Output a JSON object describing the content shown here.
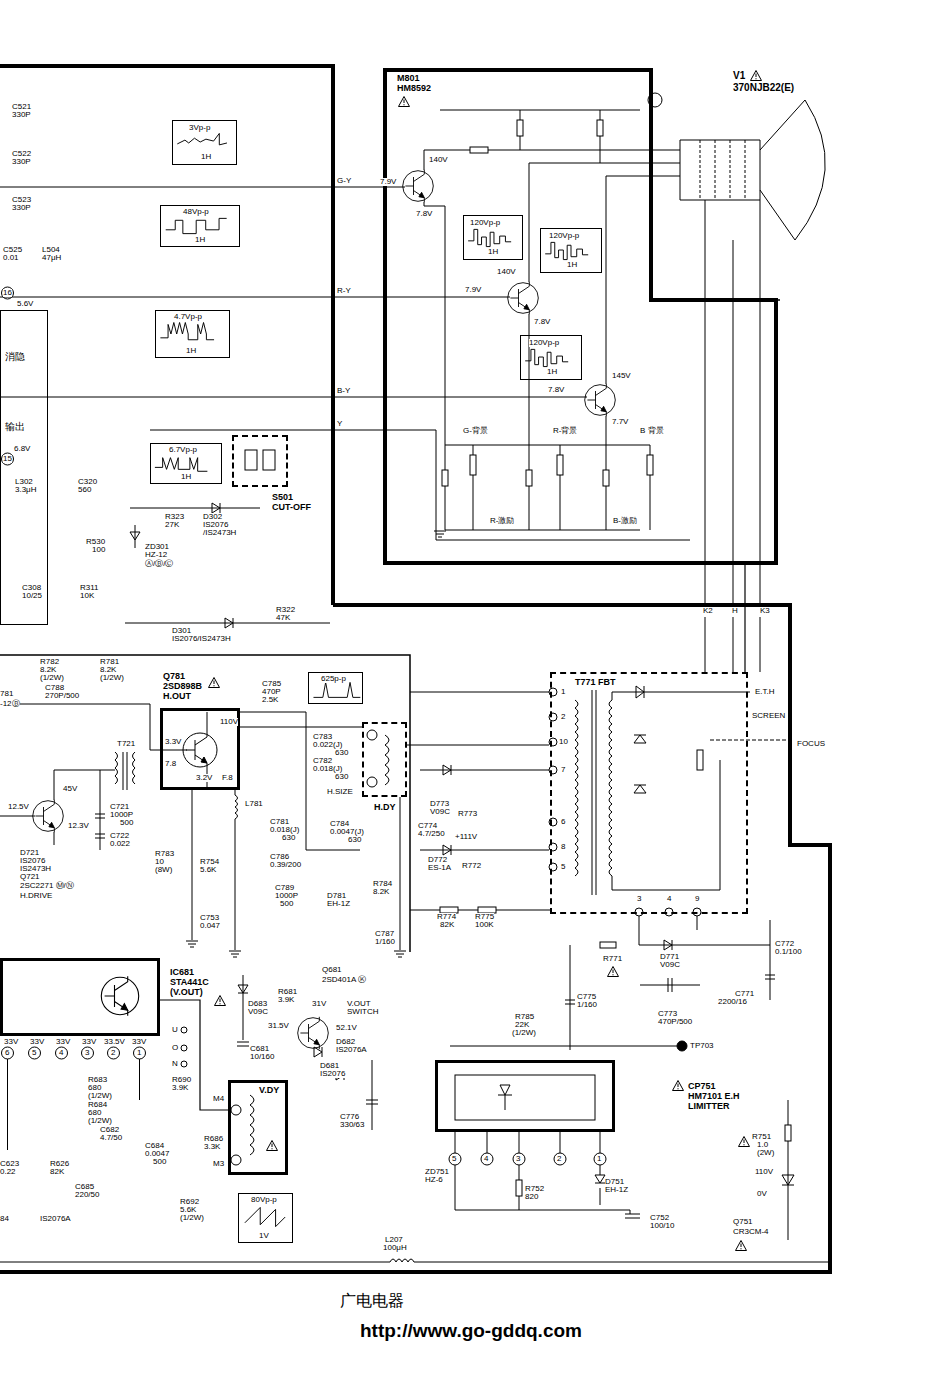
{
  "diagram": {
    "nodes": [
      {
        "text": [
          "M801 HM8592"
        ]
      },
      {
        "text": [
          "120Vp-p",
          "1H"
        ],
        "in": 0
      },
      {
        "text": [
          "120Vp-p",
          "1H"
        ],
        "in": 0
      },
      {
        "text": [
          "120Vp-p",
          "1H"
        ],
        "in": 0
      },
      {
        "text": [
          "3Vp-p",
          "1H"
        ]
      },
      {
        "text": [
          "48Vp-p",
          "1H"
        ]
      },
      {
        "text": [
          "4.7Vp-p",
          "1H"
        ]
      },
      {
        "text": [
          "消隐",
          "输出"
        ]
      },
      {
        "text": [
          "6.7Vp-p",
          "1H"
        ]
      },
      {
        "text": [
          "S501 CUT-OFF"
        ]
      },
      {
        "text": [
          "Q781 2SD898B H.OUT"
        ]
      },
      {
        "text": [
          "625p-p"
        ]
      },
      {
        "text": [
          "H.DY"
        ]
      },
      {
        "text": [
          "T771 FBT"
        ]
      },
      {
        "text": [
          "IC681 STA441C (V.OUT)"
        ]
      },
      {
        "text": [
          "V.DY"
        ]
      },
      {
        "text": [
          "80Vp-p",
          "1V"
        ]
      },
      {
        "text": [
          "CP751 HM7101 E.H LIMITTER"
        ]
      }
    ],
    "edges": [
      {
        "from": 10,
        "to": 12,
        "arrow": "none"
      },
      {
        "from": 13,
        "to": 0,
        "arrow": "none"
      },
      {
        "from": 14,
        "to": 15,
        "arrow": "none"
      }
    ],
    "labels": [
      "C521",
      "330P",
      "C522",
      "330P",
      "C523",
      "330P",
      "C525",
      "0.01",
      "L504",
      "47μH",
      "16",
      "5.6V",
      "G-Y",
      "R-Y",
      "B-Y",
      "Y",
      "6.8V",
      "15",
      "L302",
      "3.3μH",
      "C320",
      "560",
      "R323",
      "27K",
      "D302",
      "IS2076",
      "/IS2473H",
      "R530",
      "100",
      "ZD301",
      "HZ-12",
      "Ⓐ/Ⓑ/Ⓒ",
      "C308",
      "10/25",
      "R311",
      "10K",
      "R322",
      "47K",
      "D301",
      "IS2076/IS2473H",
      "V1",
      "370NJB22(E)",
      "140V",
      "7.9V",
      "7.8V",
      "140V",
      "7.9V",
      "7.8V",
      "145V",
      "7.8V",
      "7.7V",
      "G-背景",
      "R-背景",
      "B 背景",
      "R-激励",
      "B-激励",
      "K2",
      "H",
      "K3",
      "781",
      "-12Ⓑ",
      "R782",
      "8.2K",
      "(1/2W)",
      "R781",
      "8.2K",
      "(1/2W)",
      "C788",
      "270P/500",
      "C785",
      "470P",
      "2.5K",
      "T721",
      "3.3V",
      "7.8",
      "110V",
      "3.2V",
      "F.8",
      "C783",
      "0.022(J)",
      "630",
      "C782",
      "0.018(J)",
      "630",
      "H.SIZE",
      "C781",
      "0.018(J)",
      "630",
      "C784",
      "0.0047(J)",
      "630",
      "45V",
      "12.5V",
      "12.3V",
      "C721",
      "1000P",
      "500",
      "C722",
      "0.022",
      "D721",
      "IS2076",
      "IS2473H",
      "Q721",
      "2SC2271 Ⓜ/Ⓝ",
      "H.DRIVE",
      "R783",
      "10",
      "(8W)",
      "R754",
      "5.6K",
      "L781",
      "C786",
      "0.39/200",
      "C789",
      "1000P",
      "500",
      "D781",
      "EH-1Z",
      "R784",
      "8.2K",
      "C787",
      "1/160",
      "C753",
      "0.047",
      "D773",
      "V09C",
      "R773",
      "C774",
      "4.7/250",
      "+111V",
      "D772",
      "ES-1A",
      "R772",
      "R774",
      "82K",
      "R775",
      "100K",
      "1",
      "2",
      "10",
      "7",
      "6",
      "8",
      "5",
      "3",
      "4",
      "9",
      "E.T.H",
      "SCREEN",
      "FOCUS",
      "C772",
      "0.1/100",
      "R771",
      "D771",
      "V09C",
      "C771",
      "2200/16",
      "C773",
      "470P/500",
      "C775",
      "1/160",
      "R785",
      "22K",
      "(1/2W)",
      "TP703",
      "5",
      "4",
      "3",
      "2",
      "1",
      "ZD751",
      "HZ-6",
      "R752",
      "820",
      "D751",
      "EH-1Z",
      "C752",
      "100/10",
      "R751",
      "1.0",
      "(2W)",
      "110V",
      "0V",
      "Q751",
      "CR3CM-4",
      "L207",
      "100μH",
      "U",
      "O",
      "N",
      "6",
      "5",
      "4",
      "3",
      "2",
      "1",
      "33V",
      "33V",
      "33V",
      "33V",
      "33.5V",
      "33V",
      "R683",
      "680",
      "(1/2W)",
      "R684",
      "680",
      "(1/2W)",
      "C682",
      "4.7/50",
      "R690",
      "3.9K",
      "C684",
      "0.0047",
      "500",
      "R686",
      "3.3K",
      "C623",
      "0.22",
      "R626",
      "82K",
      "C685",
      "220/50",
      "R692",
      "5.6K",
      "(1/2W)",
      "84",
      "IS2076A",
      "R681",
      "3.9K",
      "Q681",
      "2SD401A Ⓚ",
      "31V",
      "V.OUT",
      "SWITCH",
      "D683",
      "V09C",
      "31.5V",
      "52.1V",
      "C681",
      "10/160",
      "D682",
      "IS2076A",
      "D681",
      "IS2076",
      "C776",
      "330/63",
      "M4",
      "M3",
      "广电电器",
      "http://www.go-gddq.com"
    ]
  }
}
